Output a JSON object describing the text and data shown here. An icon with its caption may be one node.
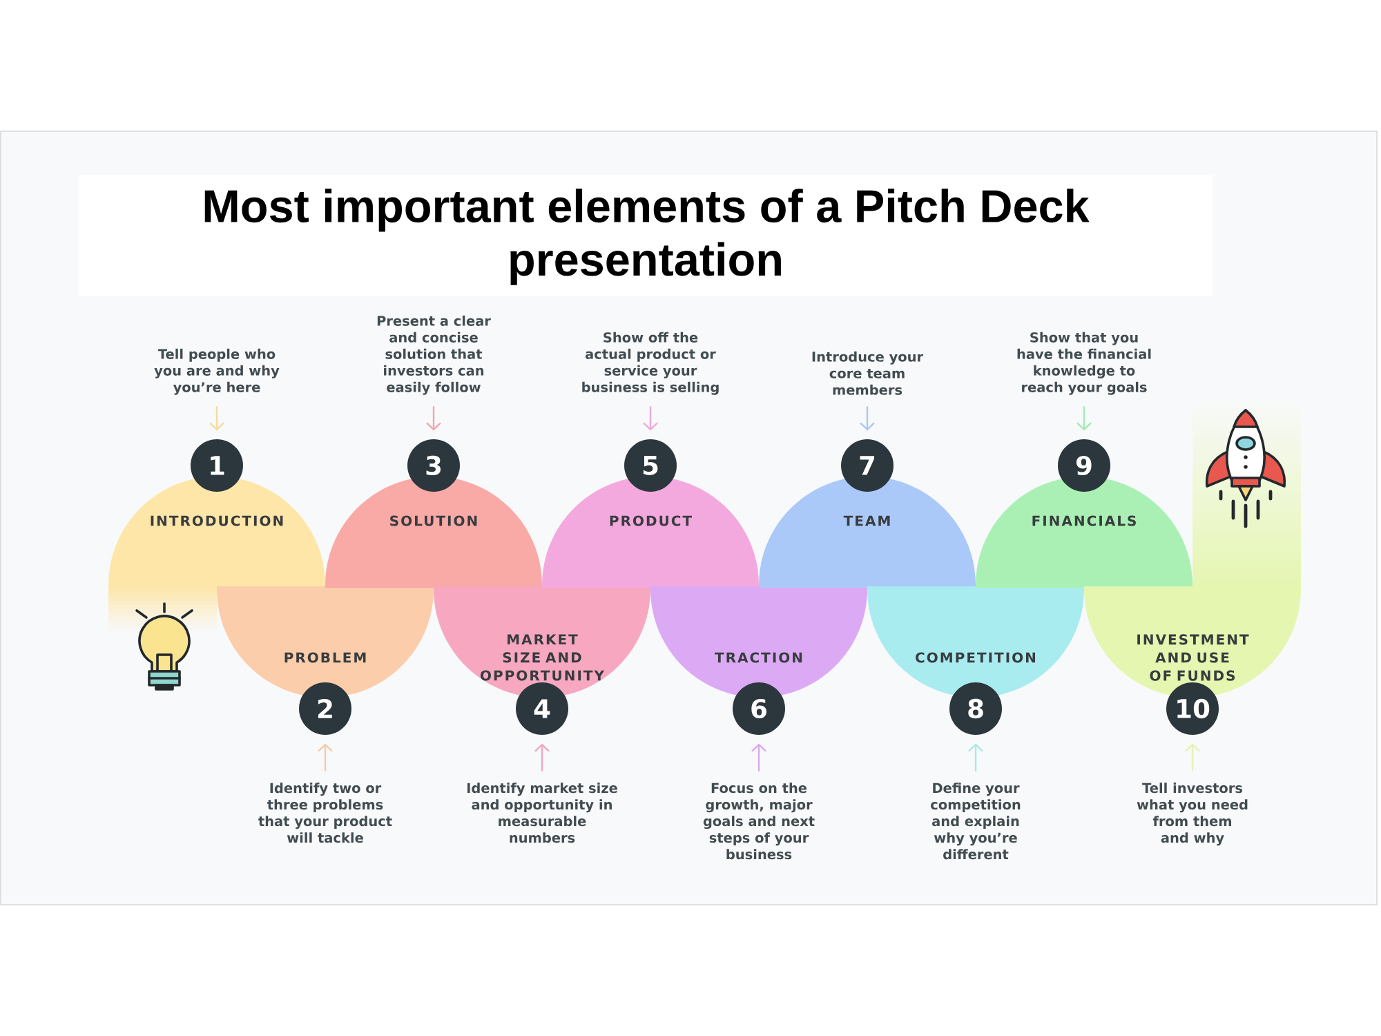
{
  "diagram": {
    "title": "Most important elements of a Pitch Deck presentation",
    "nodes": [
      {
        "text": [
          "INTRODUCTION"
        ]
      },
      {
        "text": [
          "1"
        ]
      },
      {
        "text": [
          "Tell people who you are and why you’re here"
        ]
      },
      {
        "text": [
          "PROBLEM"
        ]
      },
      {
        "text": [
          "2"
        ]
      },
      {
        "text": [
          "Identify two or three problems that your product will tackle"
        ]
      },
      {
        "text": [
          "SOLUTION"
        ]
      },
      {
        "text": [
          "3"
        ]
      },
      {
        "text": [
          "Present a clear and concise solution that investors can easily follow"
        ]
      },
      {
        "text": [
          "MARKET SIZE AND OPPORTUNITY"
        ]
      },
      {
        "text": [
          "4"
        ]
      },
      {
        "text": [
          "Identify market size and opportunity in measurable numbers"
        ]
      },
      {
        "text": [
          "PRODUCT"
        ]
      },
      {
        "text": [
          "5"
        ]
      },
      {
        "text": [
          "Show off the actual product or service your business is selling"
        ]
      },
      {
        "text": [
          "TRACTION"
        ]
      },
      {
        "text": [
          "6"
        ]
      },
      {
        "text": [
          "Focus on the growth, major goals and next steps of your business"
        ]
      },
      {
        "text": [
          "TEAM"
        ]
      },
      {
        "text": [
          "7"
        ]
      },
      {
        "text": [
          "Introduce your core team members"
        ]
      },
      {
        "text": [
          "COMPETITION"
        ]
      },
      {
        "text": [
          "8"
        ]
      },
      {
        "text": [
          "Define your competition and explain why you’re different"
        ]
      },
      {
        "text": [
          "FINANCIALS"
        ]
      },
      {
        "text": [
          "9"
        ]
      },
      {
        "text": [
          "Show that you have the financial knowledge to reach your goals"
        ]
      },
      {
        "text": [
          "INVESTMENT AND USE OF FUNDS"
        ]
      },
      {
        "text": [
          "10"
        ]
      },
      {
        "text": [
          "Tell investors what you need from them and why"
        ]
      }
    ],
    "edges": [
      {
        "from": 2,
        "to": 1,
        "arrow": "to",
        "color": "#f5dc9e"
      },
      {
        "from": 5,
        "to": 4,
        "arrow": "to",
        "color": "#f6c9aa"
      },
      {
        "from": 8,
        "to": 7,
        "arrow": "to",
        "color": "#f2a6a6"
      },
      {
        "from": 11,
        "to": 10,
        "arrow": "to",
        "color": "#f3a7c0"
      },
      {
        "from": 14,
        "to": 13,
        "arrow": "to",
        "color": "#eda9d9"
      },
      {
        "from": 17,
        "to": 16,
        "arrow": "to",
        "color": "#d9a9ef"
      },
      {
        "from": 20,
        "to": 19,
        "arrow": "to",
        "color": "#a9c7ef"
      },
      {
        "from": 23,
        "to": 22,
        "arrow": "to",
        "color": "#a9e9e6"
      },
      {
        "from": 26,
        "to": 25,
        "arrow": "to",
        "color": "#a9e8b2"
      },
      {
        "from": 29,
        "to": 28,
        "arrow": "to",
        "color": "#e4f2b6"
      }
    ]
  }
}
